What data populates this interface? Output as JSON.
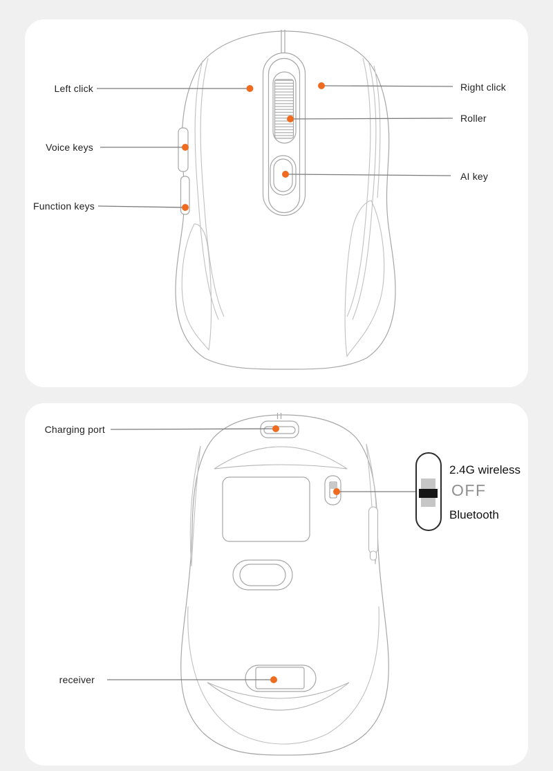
{
  "colors": {
    "accent_dot": "#ee6b20",
    "callout_line": "#7b7b7b",
    "mouse_outline": "#a9a9a9",
    "page_bg": "#f0f0f1",
    "card_bg": "#ffffff",
    "switch_outline": "#2b2b2b",
    "switch_track": "#c6c6c6",
    "switch_slider": "#161616",
    "off_text": "#8f8f8f"
  },
  "top_panel": {
    "labels": {
      "left_click": "Left click",
      "voice_keys": "Voice keys",
      "function_keys": "Function keys",
      "right_click": "Right click",
      "roller": "Roller",
      "ai_key": "AI key"
    }
  },
  "bottom_panel": {
    "labels": {
      "charging_port": "Charging port",
      "receiver": "receiver"
    },
    "switch": {
      "top_option": "2.4G wireless",
      "state": "OFF",
      "bottom_option": "Bluetooth"
    }
  }
}
